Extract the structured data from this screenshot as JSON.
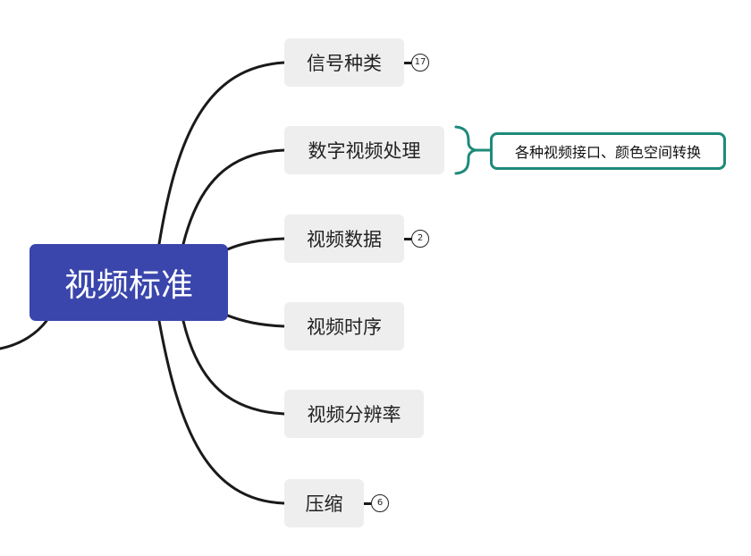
{
  "root": {
    "label": "视频标准"
  },
  "topics": [
    {
      "label": "信号种类",
      "badge": "17"
    },
    {
      "label": "数字视频处理",
      "badge": ""
    },
    {
      "label": "视频数据",
      "badge": "2"
    },
    {
      "label": "视频时序",
      "badge": ""
    },
    {
      "label": "视频分辨率",
      "badge": ""
    },
    {
      "label": "压缩",
      "badge": "6"
    }
  ],
  "summary": {
    "label": "各种视频接口、颜色空间转换"
  },
  "colors": {
    "root_fill": "#3a46ac",
    "topic_fill": "#eeeeee",
    "summary_border": "#1f8a7a",
    "connector": "#1a1a1a"
  }
}
